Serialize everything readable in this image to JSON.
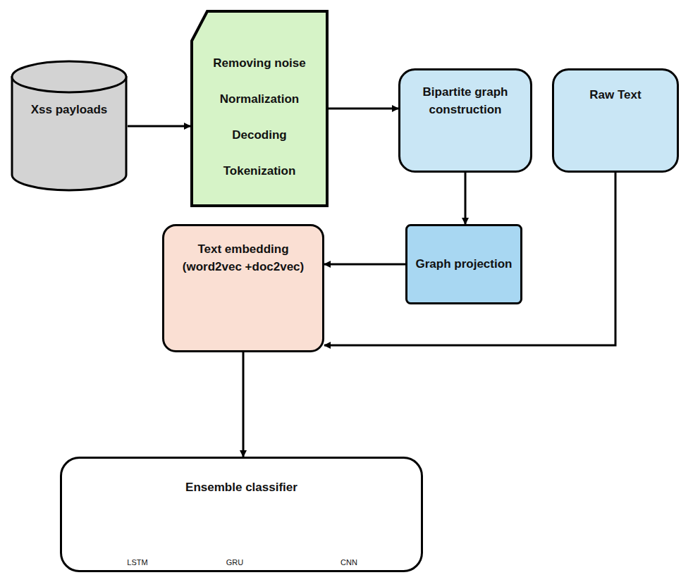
{
  "diagram": {
    "nodes": [
      {
        "text": [
          "Xss payloads"
        ]
      },
      {
        "text": [
          "Removing noise",
          "Normalization",
          "Decoding",
          "Tokenization"
        ]
      },
      {
        "text": [
          "Bipartite graph construction"
        ]
      },
      {
        "text": [
          "Raw Text"
        ]
      },
      {
        "text": [
          "Graph projection"
        ]
      },
      {
        "text": [
          "Text embedding (word2vec +doc2vec)"
        ]
      },
      {
        "text": [
          "Ensemble classifier"
        ]
      }
    ],
    "edges": [
      {
        "from": 0,
        "to": 1,
        "arrow": "to"
      },
      {
        "from": 1,
        "to": 2,
        "arrow": "to"
      },
      {
        "from": 2,
        "to": 4,
        "arrow": "to"
      },
      {
        "from": 4,
        "to": 5,
        "arrow": "to"
      },
      {
        "from": 3,
        "to": 5,
        "arrow": "to"
      },
      {
        "from": 5,
        "to": 6,
        "arrow": "to"
      }
    ],
    "labels": [
      "LSTM",
      "GRU",
      "CNN"
    ]
  }
}
